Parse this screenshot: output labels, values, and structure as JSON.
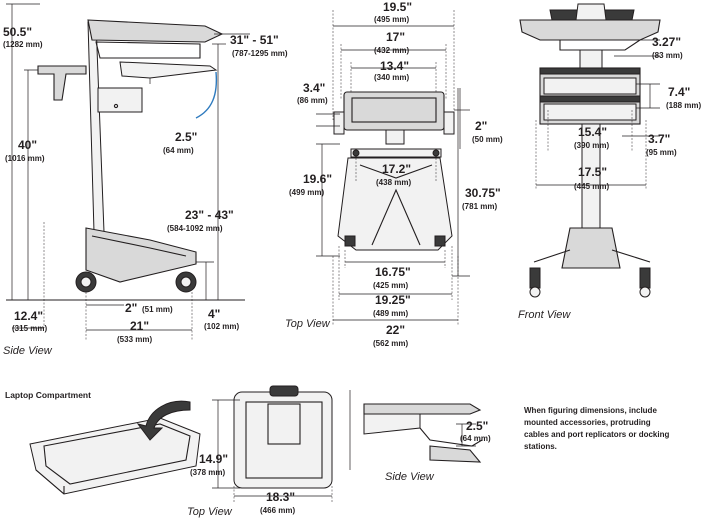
{
  "side_view": {
    "caption": "Side View",
    "height_total": {
      "in": "50.5\"",
      "mm": "(1282 mm)"
    },
    "height_work": {
      "in": "40\"",
      "mm": "(1016 mm)"
    },
    "keyboard_range": {
      "in": "31\" - 51\"",
      "mm": "(787-1295 mm)"
    },
    "keyboard_tilt": {
      "in": "2.5\"",
      "mm": "(64 mm)"
    },
    "worksurface_range": {
      "in": "23\" - 43\"",
      "mm": "(584-1092 mm)"
    },
    "base_offset": {
      "in": "12.4\"",
      "mm": "(315 mm)"
    },
    "caster_offset": {
      "in": "2\"",
      "mm": "(51 mm)"
    },
    "base_depth": {
      "in": "21\"",
      "mm": "(533 mm)"
    },
    "ground_clearance": {
      "in": "4\"",
      "mm": "(102 mm)"
    }
  },
  "top_view": {
    "caption": "Top View",
    "overall_width": {
      "in": "19.5\"",
      "mm": "(495 mm)"
    },
    "tray_width": {
      "in": "17\"",
      "mm": "(432 mm)"
    },
    "keyboard_width": {
      "in": "13.4\"",
      "mm": "(340 mm)"
    },
    "handle_depth": {
      "in": "3.4\"",
      "mm": "(86 mm)"
    },
    "handle_offset": {
      "in": "2\"",
      "mm": "(50 mm)"
    },
    "column_span": {
      "in": "17.2\"",
      "mm": "(438 mm)"
    },
    "upper_depth": {
      "in": "19.6\"",
      "mm": "(499 mm)"
    },
    "overall_depth": {
      "in": "30.75\"",
      "mm": "(781 mm)"
    },
    "inner_base": {
      "in": "16.75\"",
      "mm": "(425 mm)"
    },
    "mid_base": {
      "in": "19.25\"",
      "mm": "(489 mm)"
    },
    "outer_base": {
      "in": "22\"",
      "mm": "(562 mm)"
    }
  },
  "front_view": {
    "caption": "Front View",
    "monitor_rise": {
      "in": "3.27\"",
      "mm": "(83 mm)"
    },
    "drawer_height": {
      "in": "7.4\"",
      "mm": "(188 mm)"
    },
    "drawer_width": {
      "in": "15.4\"",
      "mm": "(390 mm)"
    },
    "drawer_depth": {
      "in": "3.7\"",
      "mm": "(95 mm)"
    },
    "overall_width": {
      "in": "17.5\"",
      "mm": "(445 mm)"
    }
  },
  "laptop": {
    "title": "Laptop Compartment",
    "top_caption": "Top View",
    "side_caption": "Side View",
    "depth": {
      "in": "14.9\"",
      "mm": "(378 mm)"
    },
    "width": {
      "in": "18.3\"",
      "mm": "(466 mm)"
    },
    "tilt": {
      "in": "2.5\"",
      "mm": "(64 mm)"
    },
    "note_lines": [
      "When figuring dimensions, include",
      "mounted accessories, protruding",
      "cables and port replicators or docking",
      "stations."
    ]
  }
}
